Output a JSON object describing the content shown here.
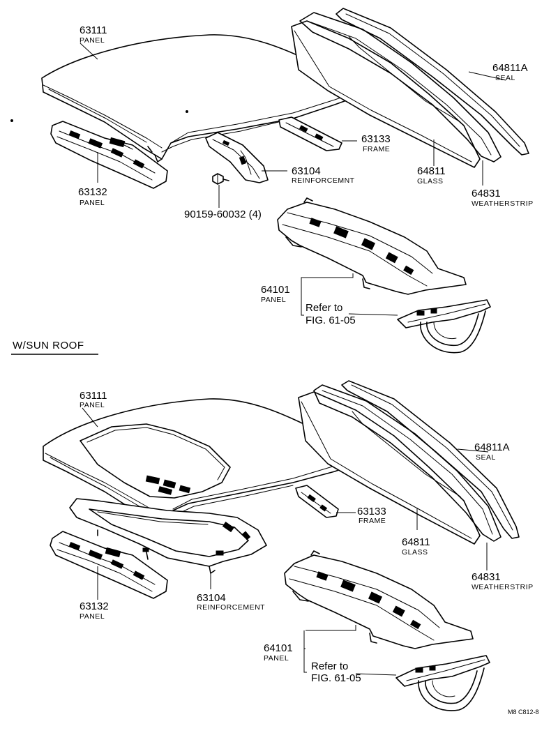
{
  "sections": {
    "sunroof_title": "W/SUN  ROOF"
  },
  "top": {
    "roof_panel": {
      "number": "63111",
      "name": "PANEL"
    },
    "front_panel": {
      "number": "63132",
      "name": "PANEL"
    },
    "frame": {
      "number": "63133",
      "name": "FRAME"
    },
    "reinforcement": {
      "number": "63104",
      "name": "REINFORCEMNT"
    },
    "bolt": {
      "number": "90159-60032 (4)"
    },
    "glass": {
      "number": "64811",
      "name": "GLASS"
    },
    "seal": {
      "number": "64811A",
      "name": "SEAL"
    },
    "weatherstrip": {
      "number": "64831",
      "name": "WEATHERSTRIP"
    },
    "rear_panel": {
      "number": "64101",
      "name": "PANEL"
    },
    "refer_line1": "Refer to",
    "refer_line2": "FIG. 61-05"
  },
  "bottom": {
    "roof_panel": {
      "number": "63111",
      "name": "PANEL"
    },
    "front_panel": {
      "number": "63132",
      "name": "PANEL"
    },
    "frame": {
      "number": "63133",
      "name": "FRAME"
    },
    "reinforcement": {
      "number": "63104",
      "name": "REINFORCEMENT"
    },
    "glass": {
      "number": "64811",
      "name": "GLASS"
    },
    "seal": {
      "number": "64811A",
      "name": "SEAL"
    },
    "weatherstrip": {
      "number": "64831",
      "name": "WEATHERSTRIP"
    },
    "rear_panel": {
      "number": "64101",
      "name": "PANEL"
    },
    "refer_line1": "Refer to",
    "refer_line2": "FIG. 61-05"
  },
  "footer": {
    "code": "M8  C812-8"
  }
}
